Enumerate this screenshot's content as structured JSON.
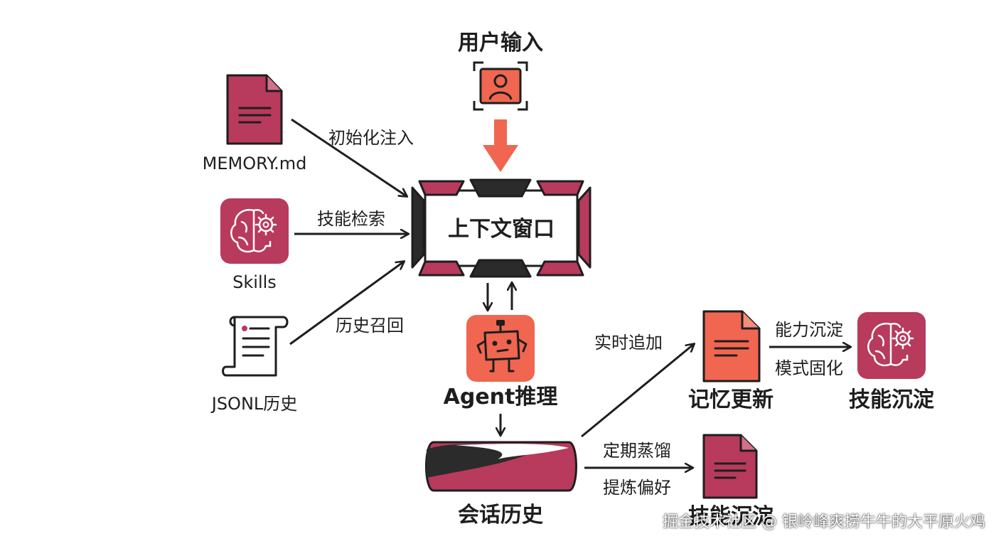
{
  "nodes": {
    "user_input": "用户输入",
    "context_window": "上下文窗口",
    "memory_md": "MEMORY.md",
    "skills": "Skills",
    "jsonl_history": "JSONL历史",
    "agent_reasoning": "Agent推理",
    "session_history": "会话历史",
    "memory_update": "记忆更新",
    "skill_settle_1": "技能沉淀",
    "skill_settle_2": "技能沉淀"
  },
  "edges": {
    "init_inject": "初始化注入",
    "skill_retrieve": "技能检索",
    "history_recall": "历史召回",
    "realtime_append": "实时追加",
    "ability_settle": "能力沉淀",
    "pattern_solidify": "模式固化",
    "periodic_distill": "定期蒸馏",
    "refine_pref": "提炼偏好"
  },
  "watermark": "掘金技术社区 @ 银岭峰爽捞牛牛的大平原火鸡",
  "colors": {
    "crimson": "#b83a5c",
    "coral": "#f06650",
    "dark": "#2b2b2b"
  }
}
